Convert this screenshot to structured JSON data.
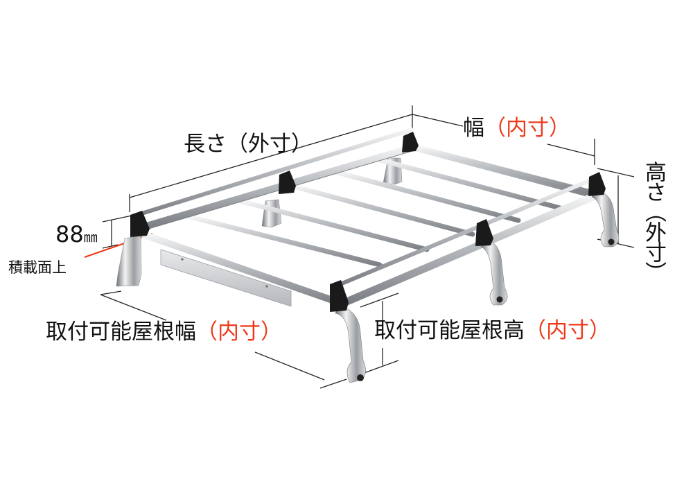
{
  "diagram": {
    "subject": "Roof rack (carrier) dimension diagram",
    "labels": {
      "length": {
        "text": "長さ",
        "paren_open": "（",
        "qualifier": "外寸",
        "paren_close": "）"
      },
      "width": {
        "text": "幅",
        "paren_open": "（",
        "qualifier": "内寸",
        "paren_close": "）"
      },
      "height": {
        "text": "高さ",
        "paren_open": "（",
        "qualifier": "外寸",
        "paren_close": "）"
      },
      "clearance": {
        "value": "88",
        "unit": "㎜"
      },
      "load_surface": {
        "text": "積載面上"
      },
      "roof_width": {
        "text": "取付可能屋根幅",
        "paren_open": "（",
        "qualifier": "内寸",
        "paren_close": "）"
      },
      "roof_height": {
        "text": "取付可能屋根高",
        "paren_open": "（",
        "qualifier": "内寸",
        "paren_close": "）"
      }
    },
    "colors": {
      "text": "#111111",
      "accent_red": "#ee3a1b",
      "dimension_line": "#222222",
      "rack_metal": "#c9ccd0",
      "foot_black": "#1a1a1a"
    }
  }
}
